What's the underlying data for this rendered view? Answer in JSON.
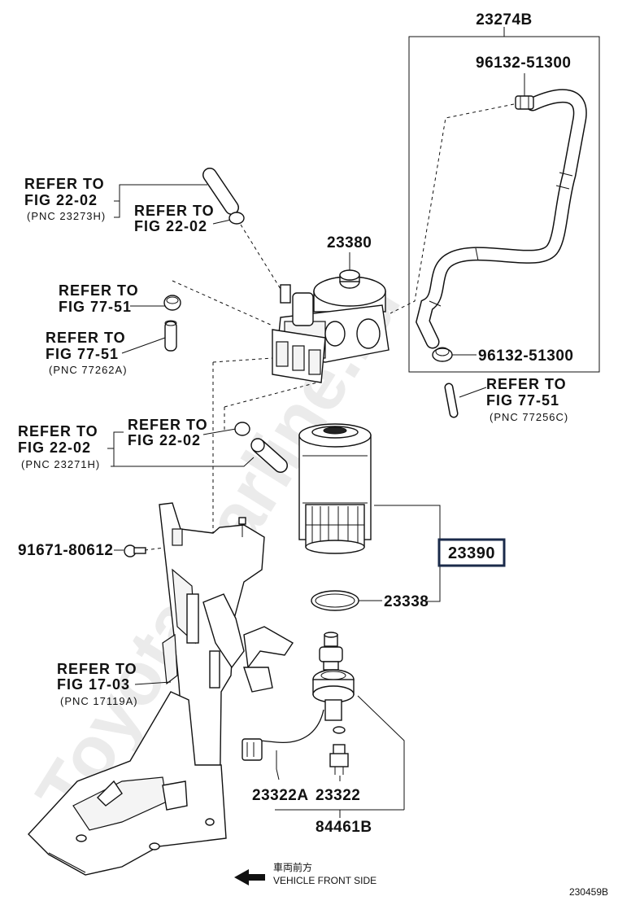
{
  "parts": {
    "p23274B": "23274B",
    "p96132_top": "96132-51300",
    "p96132_bottom": "96132-51300",
    "p23380": "23380",
    "p23390": "23390",
    "p23338": "23338",
    "p91671": "91671-80612",
    "p23322A": "23322A",
    "p23322": "23322",
    "p84461B": "84461B"
  },
  "refs": {
    "fig22_02_a": {
      "line1": "REFER TO",
      "line2": "FIG 22-02",
      "pnc": "(PNC 23273H)"
    },
    "fig22_02_b": {
      "line1": "REFER TO",
      "line2": "FIG 22-02"
    },
    "fig77_51_a": {
      "line1": "REFER TO",
      "line2": "FIG 77-51"
    },
    "fig77_51_b": {
      "line1": "REFER TO",
      "line2": "FIG 77-51",
      "pnc": "(PNC 77262A)"
    },
    "fig77_51_c": {
      "line1": "REFER TO",
      "line2": "FIG 77-51",
      "pnc": "(PNC 77256C)"
    },
    "fig22_02_c": {
      "line1": "REFER TO",
      "line2": "FIG 22-02",
      "pnc": "(PNC 23271H)"
    },
    "fig22_02_d": {
      "line1": "REFER TO",
      "line2": "FIG 22-02"
    },
    "fig17_03": {
      "line1": "REFER TO",
      "line2": "FIG 17-03",
      "pnc": "(PNC 17119A)"
    }
  },
  "front": {
    "jp": "車両前方",
    "en": "VEHICLE FRONT SIDE"
  },
  "code": "230459B",
  "watermark": "Toyota-Carline.ru",
  "colors": {
    "highlight_border": "#1a2a4a",
    "watermark": "#e6e6e6"
  }
}
